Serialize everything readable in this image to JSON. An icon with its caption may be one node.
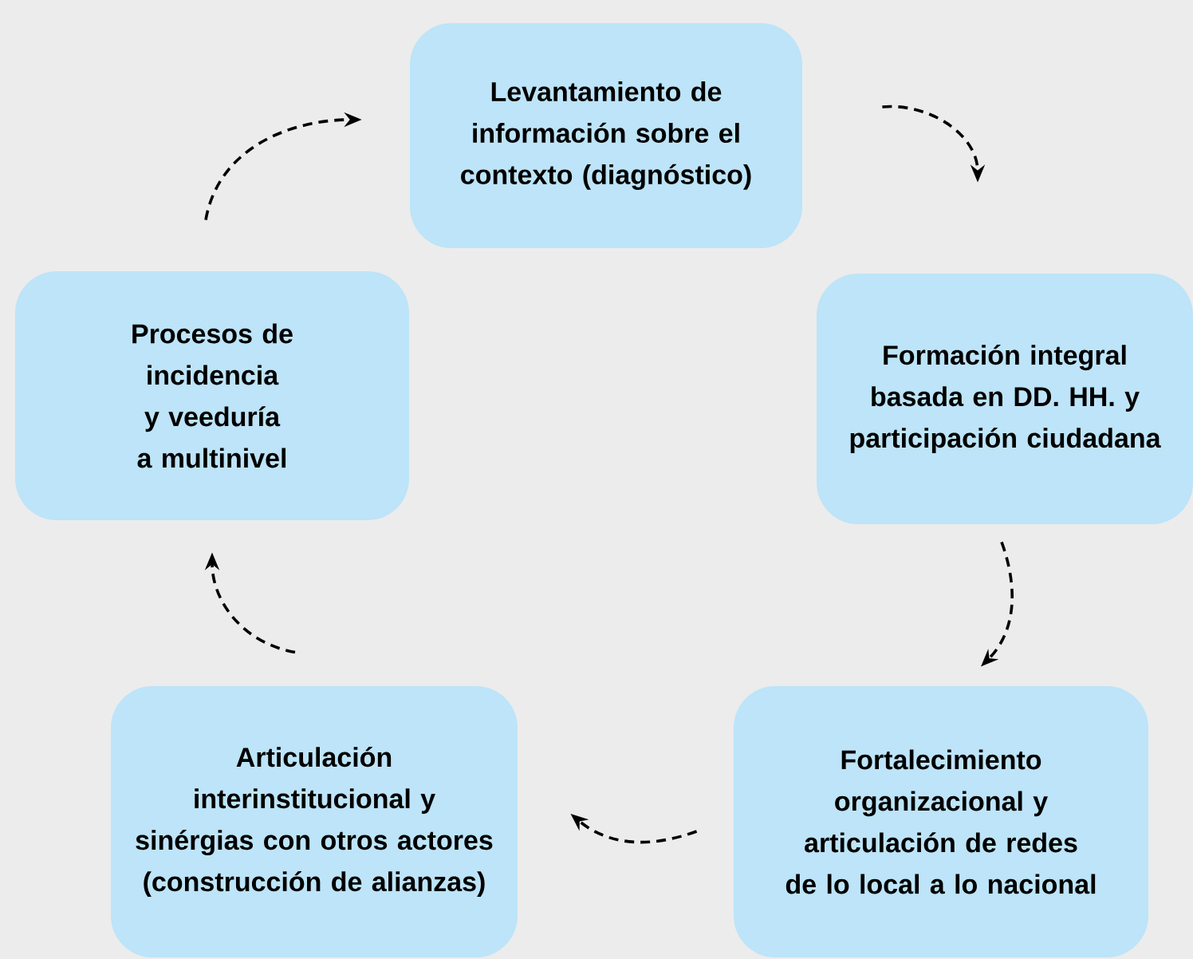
{
  "diagram": {
    "nodes": [
      {
        "text": [
          "Levantamiento de información sobre el contexto (diagnóstico)"
        ]
      },
      {
        "text": [
          "Formación integral basada en DD. HH. y participación ciudadana"
        ]
      },
      {
        "text": [
          "Fortalecimiento organizacional y articulación de redes de lo local a lo nacional"
        ]
      },
      {
        "text": [
          "Articulación interinstitucional y sinérgias con otros actores (construcción de alianzas)"
        ]
      },
      {
        "text": [
          "Procesos de incidencia y veeduría a multinivel"
        ]
      }
    ],
    "edges": [
      {
        "from": 0,
        "to": 1,
        "arrow": "to",
        "style": "dashed"
      },
      {
        "from": 1,
        "to": 2,
        "arrow": "to",
        "style": "dashed"
      },
      {
        "from": 2,
        "to": 3,
        "arrow": "to",
        "style": "dashed"
      },
      {
        "from": 3,
        "to": 4,
        "arrow": "to",
        "style": "dashed"
      },
      {
        "from": 4,
        "to": 0,
        "arrow": "to",
        "style": "dashed"
      }
    ]
  }
}
